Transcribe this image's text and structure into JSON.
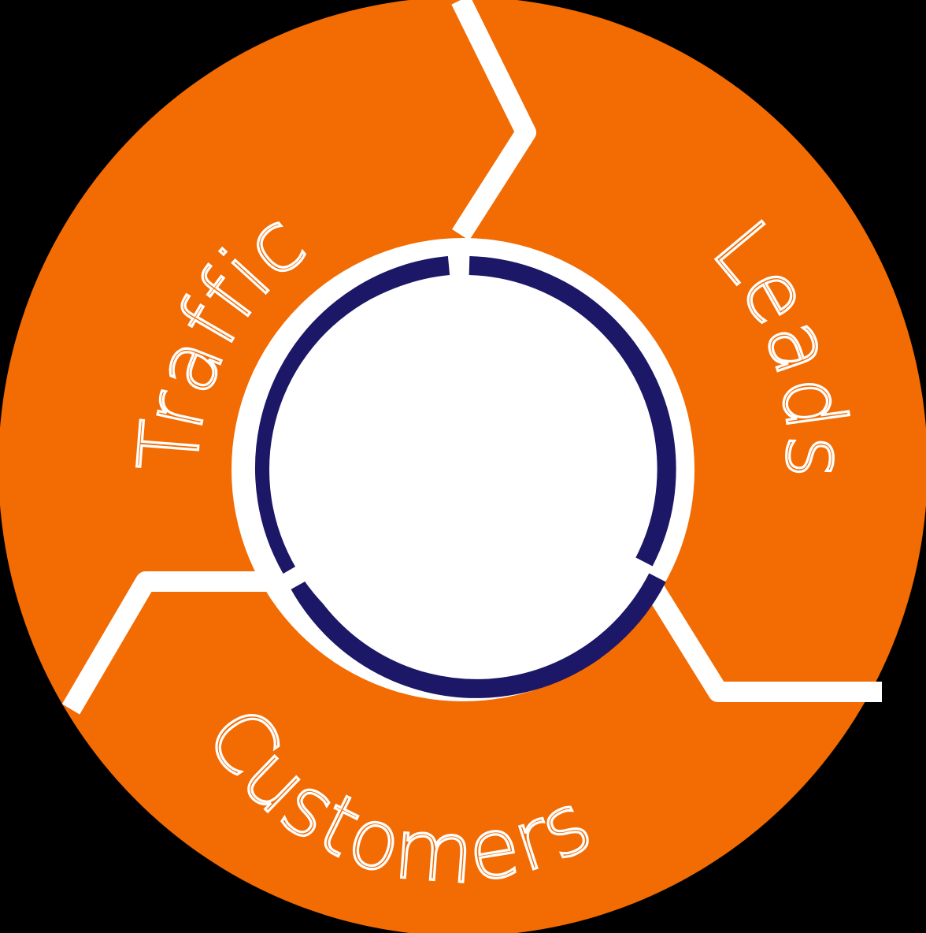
{
  "diagram": {
    "segments": [
      {
        "id": "traffic",
        "label": "Traffic"
      },
      {
        "id": "leads",
        "label": "Leads"
      },
      {
        "id": "customers",
        "label": "Customers"
      }
    ],
    "colors": {
      "segment_fill": "#F26B03",
      "separator": "#FFFFFF",
      "inner_ring": "#1C1766",
      "center": "#FFFFFF",
      "background": "#000000",
      "label": "#FFFFFF"
    }
  }
}
